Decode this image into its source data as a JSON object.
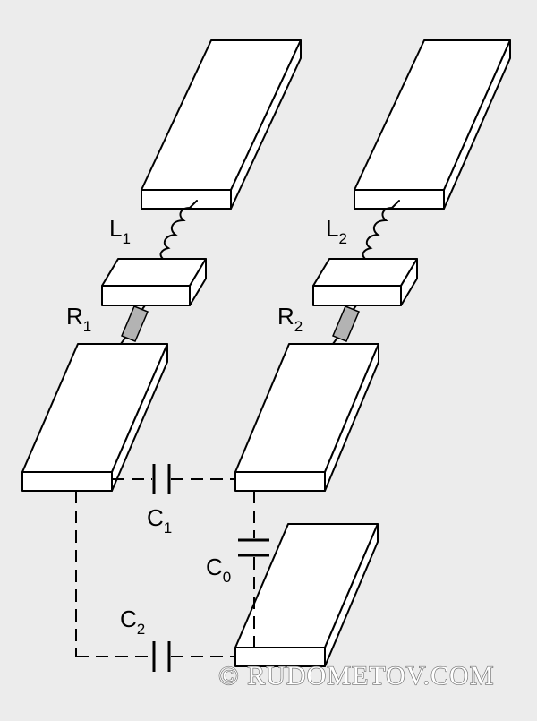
{
  "labels": {
    "L1": {
      "main": "L",
      "sub": "1"
    },
    "L2": {
      "main": "L",
      "sub": "2"
    },
    "R1": {
      "main": "R",
      "sub": "1"
    },
    "R2": {
      "main": "R",
      "sub": "2"
    },
    "C1": {
      "main": "C",
      "sub": "1"
    },
    "C0": {
      "main": "C",
      "sub": "0"
    },
    "C2": {
      "main": "C",
      "sub": "2"
    }
  },
  "watermark": "© RUDOMETOV.COM",
  "colors": {
    "background": "#ececec",
    "block_face": "#ffffff",
    "stroke": "#000000",
    "resistor_fill": "#b3b3b3"
  }
}
